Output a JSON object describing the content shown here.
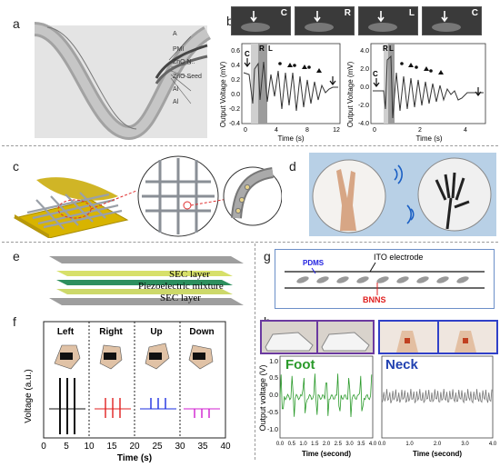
{
  "panels": {
    "a": "a",
    "b": "b",
    "c": "c",
    "d": "d",
    "e": "e",
    "f": "f",
    "g": "g",
    "h": "h"
  },
  "a": {
    "layers": [
      "A",
      "PMI",
      "ZnO N..",
      "ZnO Seed",
      "Al",
      "Al"
    ]
  },
  "b": {
    "thumbs": [
      "C",
      "R",
      "L",
      "C"
    ],
    "left": {
      "ylabel": "Output Voltage (mV)",
      "xlabel": "Time (s)",
      "yticks": [
        "0.6",
        "0.4",
        "0.2",
        "0.0",
        "-0.2",
        "-0.4"
      ],
      "xticks": [
        "0",
        "4",
        "8",
        "12"
      ],
      "marks": [
        "C",
        "R",
        "L"
      ]
    },
    "right": {
      "ylabel": "Output Voltage (mV)",
      "xlabel": "Time (s)",
      "yticks": [
        "4.0",
        "2.0",
        "0.0",
        "-2.0",
        "-4.0"
      ],
      "xticks": [
        "0",
        "2",
        "4"
      ],
      "marks": [
        "C",
        "R",
        "L"
      ]
    }
  },
  "e": {
    "layers": [
      "SEC layer",
      "Piezoelectric mixture",
      "SEC layer"
    ]
  },
  "f": {
    "ylabel": "Voltage (a.u.)",
    "xlabel": "Time (s)",
    "cols": [
      "Left",
      "Right",
      "Up",
      "Down"
    ],
    "xticks": [
      "0",
      "5",
      "10",
      "15",
      "20",
      "25",
      "30",
      "35",
      "40"
    ]
  },
  "g": {
    "labels": {
      "ito": "ITO electrode",
      "pdms": "PDMS",
      "bnns": "BNNS"
    }
  },
  "h": {
    "foot": {
      "title": "Foot",
      "ylabel": "Output voltage (V)",
      "xlabel": "Time (second)",
      "yticks": [
        "1.0",
        "0.5",
        "0.0",
        "-0.5",
        "-1.0"
      ],
      "xticks": [
        "0.0",
        "0.5",
        "1.0",
        "1.5",
        "2.0",
        "2.5",
        "3.0",
        "3.5",
        "4.0"
      ]
    },
    "neck": {
      "title": "Neck",
      "xlabel": "Time (second)",
      "xticks": [
        "0.0",
        "1.0",
        "2.0",
        "3.0",
        "4.0"
      ]
    }
  },
  "colors": {
    "foot": "#2a9a2a",
    "neck": "#2040b0",
    "left": "#111111",
    "right": "#e02020",
    "up": "#1b2ee0",
    "down": "#d020d0",
    "bnns": "#e02020",
    "pdms": "#2020e0"
  }
}
